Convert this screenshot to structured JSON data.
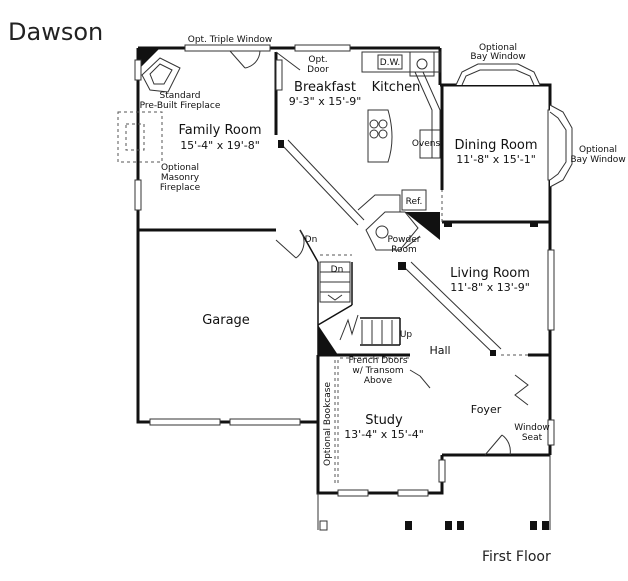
{
  "plan": {
    "name": "Dawson",
    "floor": "First Floor"
  },
  "rooms": {
    "family_room": {
      "name": "Family Room",
      "dims": "15'-4\" x 19'-8\""
    },
    "breakfast": {
      "name": "Breakfast",
      "dims": "9'-3\" x 15'-9\""
    },
    "kitchen": {
      "name": "Kitchen"
    },
    "dining_room": {
      "name": "Dining Room",
      "dims": "11'-8\" x 15'-1\""
    },
    "living_room": {
      "name": "Living Room",
      "dims": "11'-8\" x 13'-9\""
    },
    "garage": {
      "name": "Garage"
    },
    "study": {
      "name": "Study",
      "dims": "13'-4\" x 15'-4\""
    },
    "hall": {
      "name": "Hall"
    },
    "foyer": {
      "name": "Foyer"
    },
    "powder_room": {
      "line1": "Powder",
      "line2": "Room"
    }
  },
  "notes": {
    "opt_triple_window": "Opt. Triple Window",
    "standard_fireplace_1": "Standard",
    "standard_fireplace_2": "Pre-Built Fireplace",
    "optional_masonry_1": "Optional",
    "optional_masonry_2": "Masonry",
    "optional_masonry_3": "Fireplace",
    "opt_door_1": "Opt.",
    "opt_door_2": "Door",
    "dw": "D.W.",
    "ovens": "Ovens",
    "ref": "Ref.",
    "bay_top_1": "Optional",
    "bay_top_2": "Bay Window",
    "bay_right_1": "Optional",
    "bay_right_2": "Bay Window",
    "dn_1": "Dn",
    "dn_2": "Dn",
    "up": "Up",
    "french_1": "French Doors",
    "french_2": "w/ Transom",
    "french_3": "Above",
    "optional_bookcase": "Optional Bookcase",
    "window_seat_1": "Window",
    "window_seat_2": "Seat"
  }
}
